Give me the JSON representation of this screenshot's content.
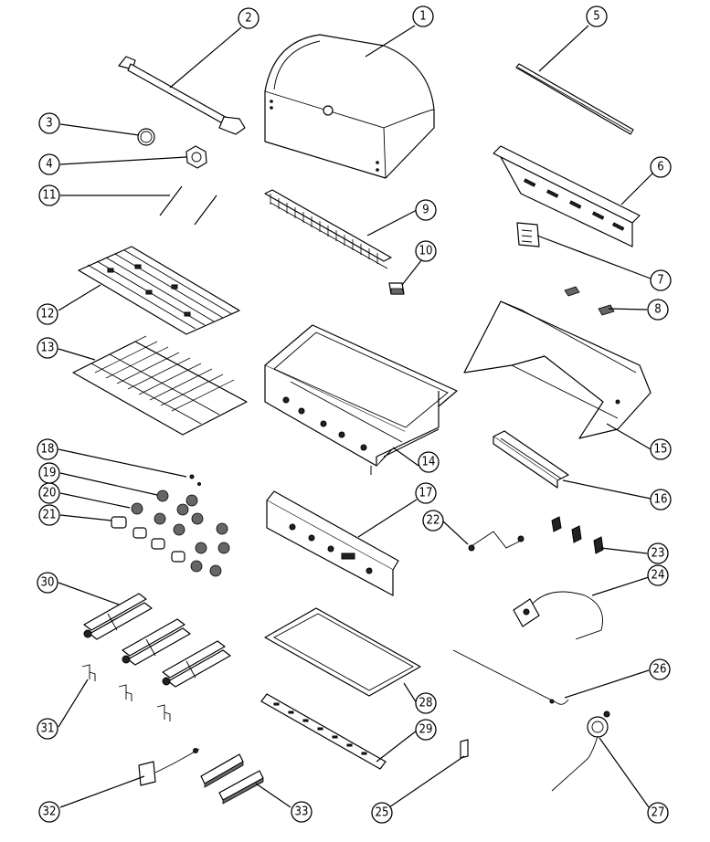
{
  "callouts": [
    {
      "id": "c1",
      "label": "1",
      "part": "hood"
    },
    {
      "id": "c2",
      "label": "2",
      "part": "hood-handle"
    },
    {
      "id": "c3",
      "label": "3",
      "part": "thermometer-bezel"
    },
    {
      "id": "c4",
      "label": "4",
      "part": "thermometer-nut"
    },
    {
      "id": "c5",
      "label": "5",
      "part": "rear-trim-strip"
    },
    {
      "id": "c6",
      "label": "6",
      "part": "rear-heat-shield"
    },
    {
      "id": "c7",
      "label": "7",
      "part": "small-panel"
    },
    {
      "id": "c8",
      "label": "8",
      "part": "hood-bumpers"
    },
    {
      "id": "c9",
      "label": "9",
      "part": "warming-rack"
    },
    {
      "id": "c10",
      "label": "10",
      "part": "small-bracket"
    },
    {
      "id": "c11",
      "label": "11",
      "part": "hinge-pins"
    },
    {
      "id": "c12",
      "label": "12",
      "part": "flame-tamers"
    },
    {
      "id": "c13",
      "label": "13",
      "part": "cooking-grates"
    },
    {
      "id": "c14",
      "label": "14",
      "part": "firebox"
    },
    {
      "id": "c15",
      "label": "15",
      "part": "hood-support-frame"
    },
    {
      "id": "c16",
      "label": "16",
      "part": "rear-channel"
    },
    {
      "id": "c17",
      "label": "17",
      "part": "control-panel"
    },
    {
      "id": "c18",
      "label": "18",
      "part": "set-screws"
    },
    {
      "id": "c19",
      "label": "19",
      "part": "knob-seats"
    },
    {
      "id": "c20",
      "label": "20",
      "part": "bezels"
    },
    {
      "id": "c21",
      "label": "21",
      "part": "control-knobs"
    },
    {
      "id": "c22",
      "label": "22",
      "part": "manifold"
    },
    {
      "id": "c23",
      "label": "23",
      "part": "valves"
    },
    {
      "id": "c24",
      "label": "24",
      "part": "regulator-hose"
    },
    {
      "id": "c25",
      "label": "25",
      "part": "clip"
    },
    {
      "id": "c26",
      "label": "26",
      "part": "igniter-wire"
    },
    {
      "id": "c27",
      "label": "27",
      "part": "regulator-assembly"
    },
    {
      "id": "c28",
      "label": "28",
      "part": "drip-tray"
    },
    {
      "id": "c29",
      "label": "29",
      "part": "front-trim"
    },
    {
      "id": "c30",
      "label": "30",
      "part": "burners"
    },
    {
      "id": "c31",
      "label": "31",
      "part": "burner-brackets"
    },
    {
      "id": "c32",
      "label": "32",
      "part": "ignition-module"
    },
    {
      "id": "c33",
      "label": "33",
      "part": "grease-shields"
    }
  ]
}
